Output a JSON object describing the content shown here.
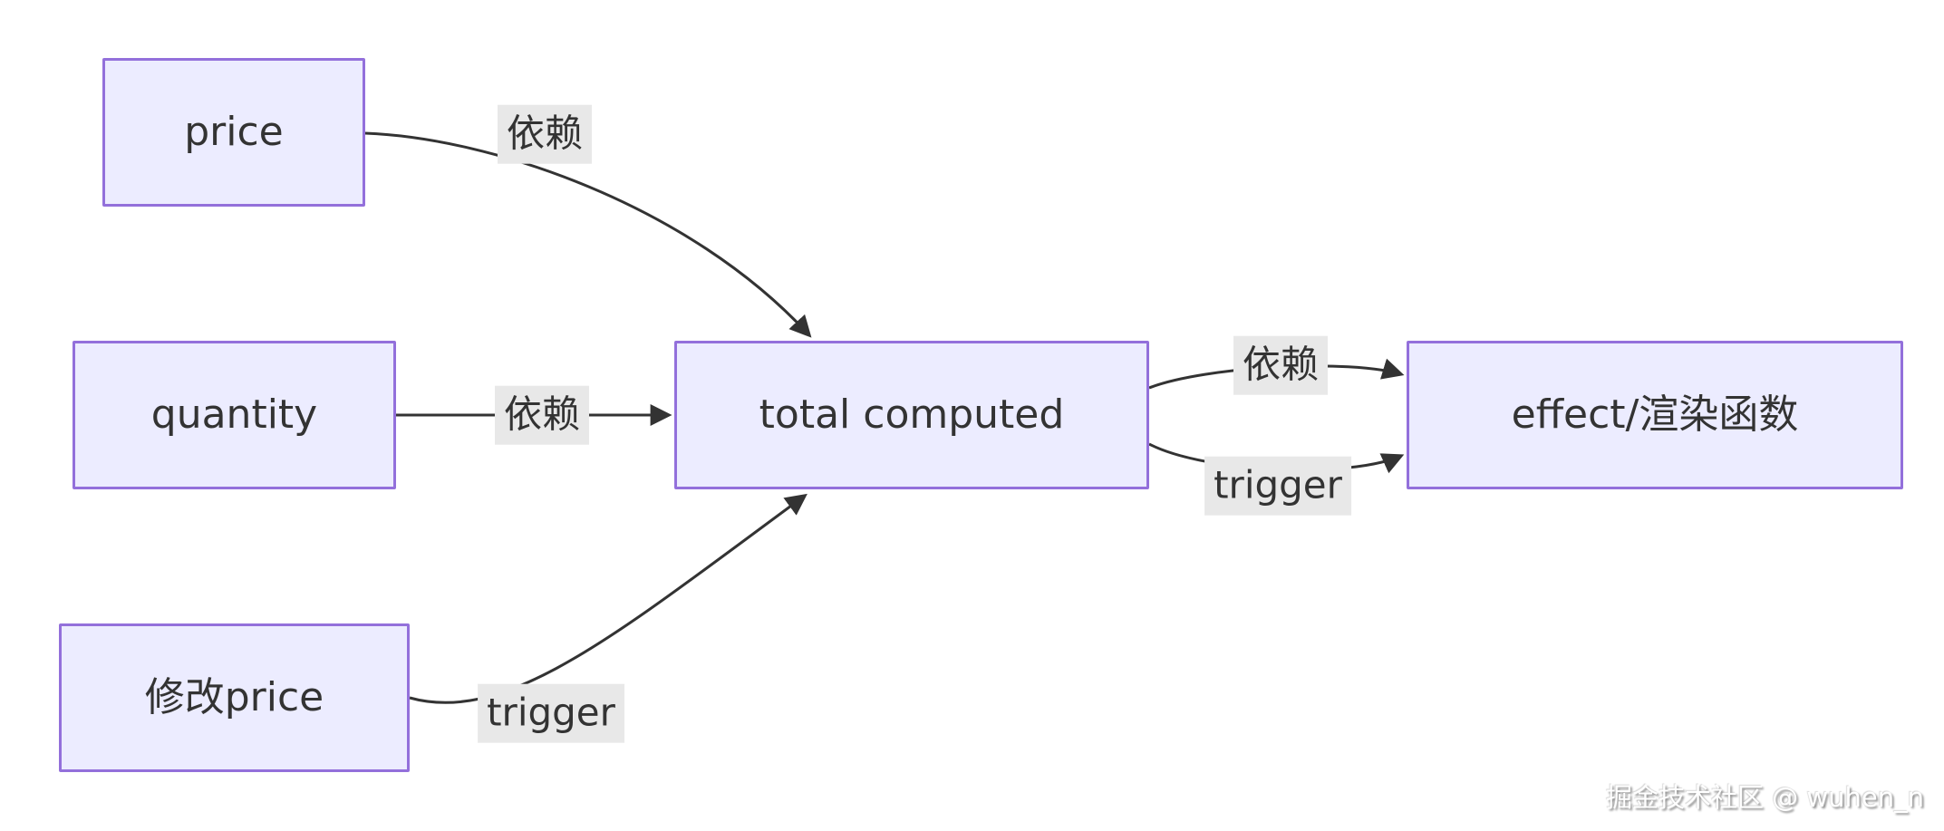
{
  "diagram": {
    "type": "flowchart",
    "background": "#ffffff",
    "nodes": [
      {
        "id": "price",
        "label": "price"
      },
      {
        "id": "quantity",
        "label": "quantity"
      },
      {
        "id": "modify_price",
        "label": "修改price"
      },
      {
        "id": "total_computed",
        "label": "total computed"
      },
      {
        "id": "effect",
        "label": "effect/渲染函数"
      }
    ],
    "edges": [
      {
        "from": "price",
        "to": "total_computed",
        "label": "依赖"
      },
      {
        "from": "quantity",
        "to": "total_computed",
        "label": "依赖"
      },
      {
        "from": "modify_price",
        "to": "total_computed",
        "label": "trigger"
      },
      {
        "from": "total_computed",
        "to": "effect",
        "label": "依赖"
      },
      {
        "from": "total_computed",
        "to": "effect",
        "label": "trigger"
      }
    ],
    "colors": {
      "node_fill": "#ECECFF",
      "node_border": "#9370DB",
      "edge_line": "#333333",
      "edge_label_bg": "#e8e8e8",
      "text": "#333333"
    }
  },
  "watermark": {
    "text": "掘金技术社区 @ wuhen_n"
  }
}
